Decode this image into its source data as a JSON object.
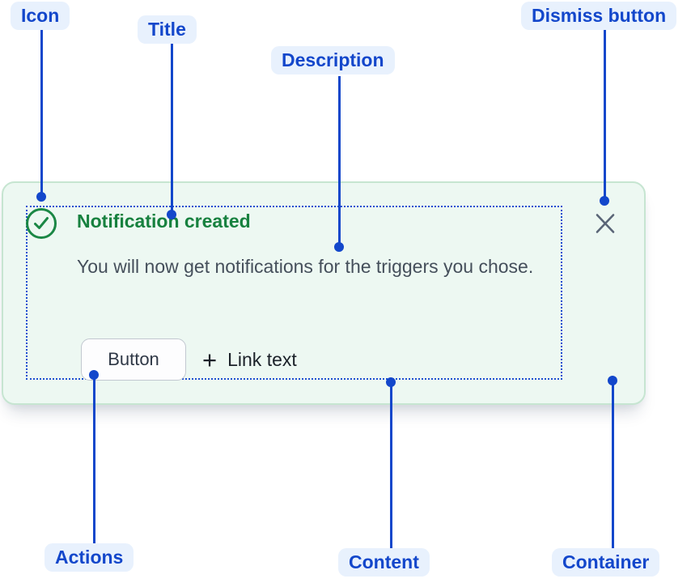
{
  "callouts": {
    "icon": {
      "label": "Icon"
    },
    "title": {
      "label": "Title"
    },
    "description": {
      "label": "Description"
    },
    "dismiss": {
      "label": "Dismiss button"
    },
    "actions": {
      "label": "Actions"
    },
    "content": {
      "label": "Content"
    },
    "container": {
      "label": "Container"
    }
  },
  "toast": {
    "title": "Notification created",
    "description": "You will now get notifications for the triggers you chose.",
    "actions": {
      "button_label": "Button",
      "link_plus": "+",
      "link_label": "Link text"
    },
    "icons": {
      "status": "check-circle-icon",
      "link_prefix": "plus-icon",
      "dismiss": "close-icon"
    }
  },
  "colors": {
    "callout_blue": "#1347CB",
    "callout_pill_bg": "#E8F1FD",
    "toast_bg": "#EDF8F2",
    "toast_border": "#C6E5D1",
    "content_outline_blue": "#1D4FD0",
    "success_green": "#17813F",
    "icon_green": "#1B8745",
    "description_text": "#454F5B",
    "button_border": "#C2C8D0",
    "button_bg": "#FDFDFE",
    "button_text": "#2F3846",
    "link_text": "#1B2129",
    "dismiss_gray": "#5A6577"
  }
}
